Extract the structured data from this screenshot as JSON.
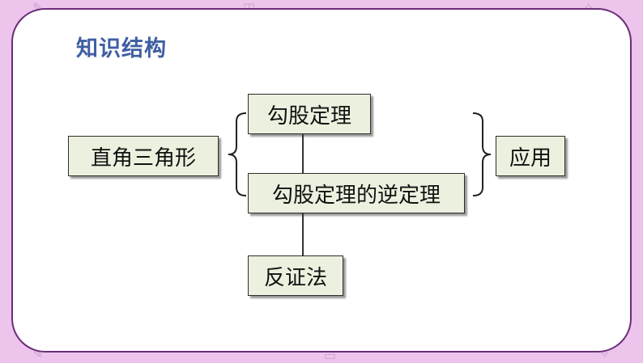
{
  "title": "知识结构",
  "nodes": {
    "right_triangle": "直角三角形",
    "pythagorean_theorem": "勾股定理",
    "converse_theorem": "勾股定理的逆定理",
    "application": "应用",
    "proof_by_contradiction": "反证法"
  },
  "colors": {
    "background": "#ecc4ec",
    "card_border": "#6a2d78",
    "title": "#3f5fa3",
    "box_fill": "#ebf1de"
  }
}
